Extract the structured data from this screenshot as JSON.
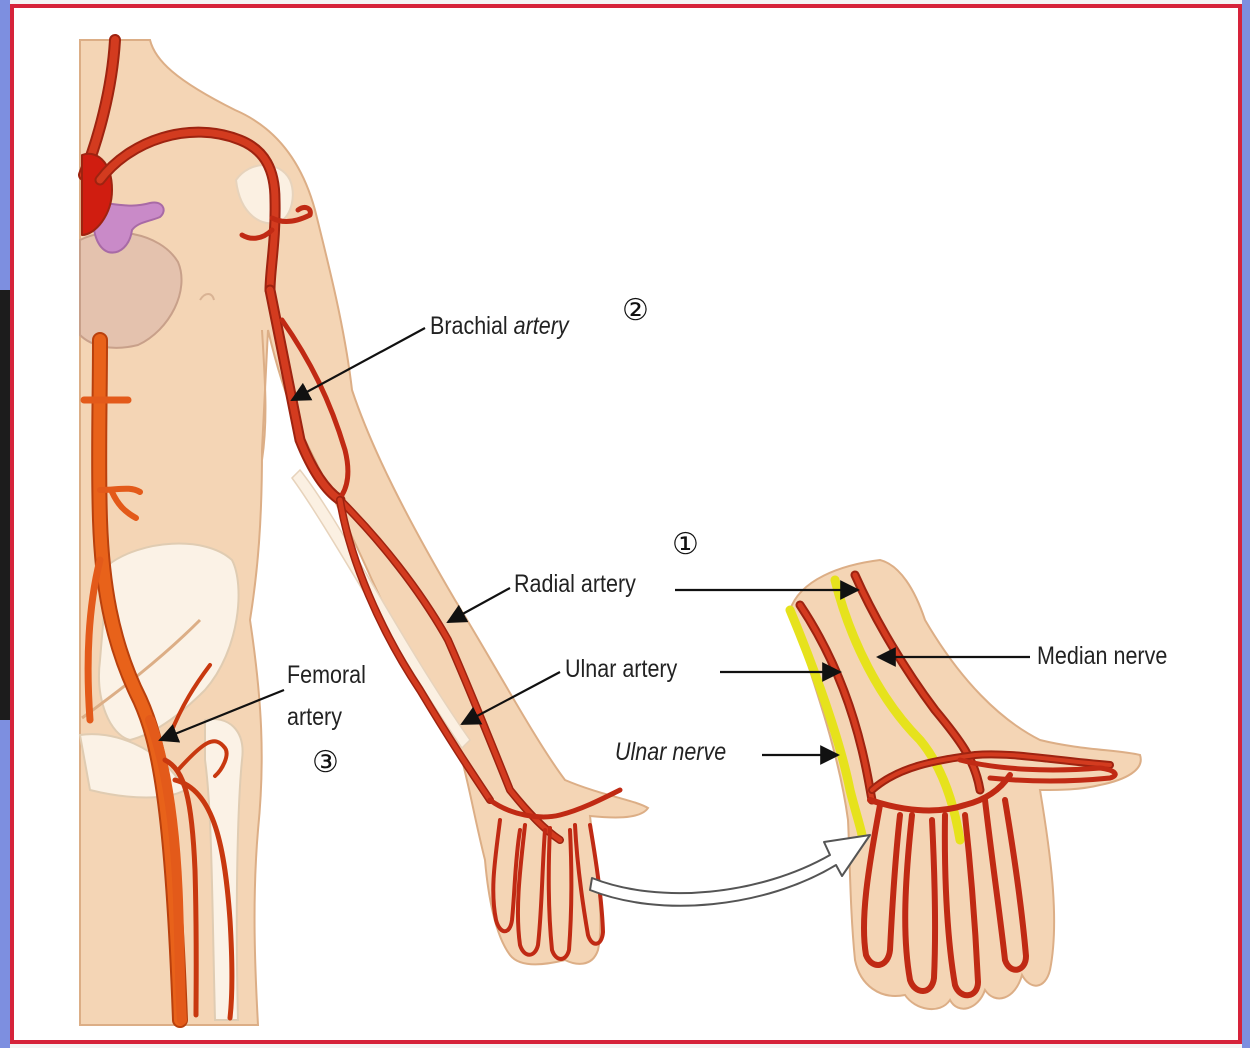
{
  "labels": {
    "brachial_main": "Brachial",
    "brachial_tail": "artery",
    "radial": "Radial artery",
    "ulnar_artery": "Ulnar artery",
    "ulnar_nerve_a": "Ulnar",
    "ulnar_nerve_b": "nerve",
    "median_nerve": "Median nerve",
    "femoral_line1": "Femoral",
    "femoral_line2": "artery"
  },
  "markers": {
    "radial": "①",
    "brachial": "②",
    "femoral": "③"
  },
  "colors": {
    "skin": "#f4d5b5",
    "skin_outline": "#dcae86",
    "artery": "#d33b1f",
    "artery_outline": "#9e2310",
    "aorta_lower": "#e35a1a",
    "nerve": "#e6e21c",
    "heart": "#e4c2ae",
    "vein_purple": "#c98ac8",
    "frame": "#d6233a",
    "side_bar": "#7d8fe0"
  }
}
